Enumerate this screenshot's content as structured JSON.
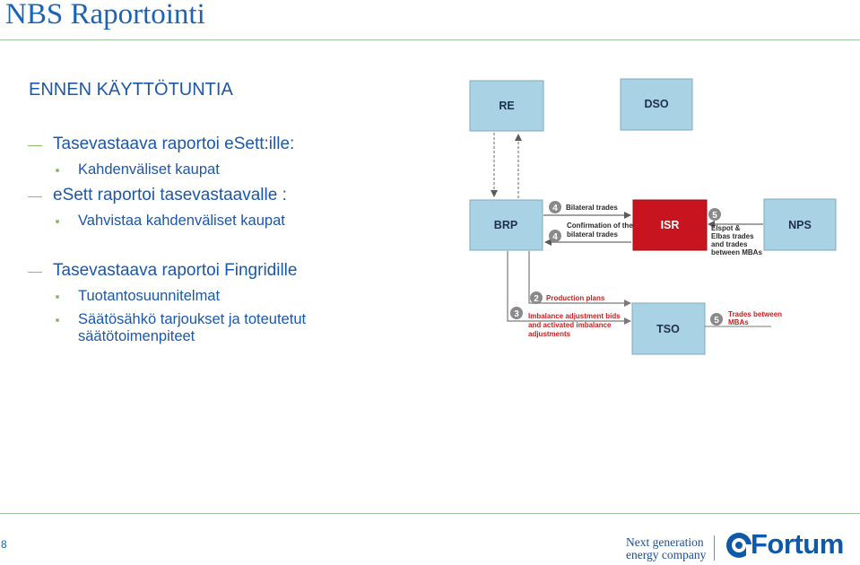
{
  "slide": {
    "title": "NBS Raportointi",
    "section_title": "ENNEN KÄYTTÖTUNTIA",
    "page_number": "8"
  },
  "bullets": [
    {
      "level": 1,
      "text": "Tasevastaava raportoi eSett:ille:"
    },
    {
      "level": 2,
      "text": "Kahdenväliset kaupat"
    },
    {
      "level": 1,
      "text": "eSett raportoi tasevastaavalle :"
    },
    {
      "level": 2,
      "text": "Vahvistaa kahdenväliset kaupat"
    },
    {
      "level": 1,
      "text": "Tasevastaava raportoi Fingridille"
    },
    {
      "level": 2,
      "text": "Tuotantosuunnitelmat"
    },
    {
      "level": 2,
      "text": "Säätösähkö tarjoukset ja toteutetut",
      "cont": "säätötoimenpiteet"
    }
  ],
  "diagram": {
    "nodes": {
      "re": "RE",
      "dso": "DSO",
      "brp": "BRP",
      "isr": "ISR",
      "nps": "NPS",
      "tso": "TSO"
    },
    "badges": {
      "b4a": "4",
      "b4b": "4",
      "b5a": "5",
      "b2": "2",
      "b3": "3",
      "b5b": "5"
    },
    "labels": {
      "bilateral": "Bilateral trades",
      "confirm1": "Confirmation of the",
      "confirm2": "bilateral trades",
      "elspot1": "Elspot &",
      "elspot2": "Elbas trades",
      "elspot3": "and trades",
      "elspot4": "between MBAs",
      "production": "Production plans",
      "imb1": "Imbalance adjustment bids",
      "imb2": "and activated imbalance",
      "imb3": "adjustments",
      "tbm1": "Trades between",
      "tbm2": "MBAs"
    },
    "colors": {
      "node_fill": "#a9d3e4",
      "isr_fill": "#c8141e",
      "badge_fill": "#8a8a8a",
      "label_red": "#c81e1e"
    }
  },
  "footer": {
    "tagline_line1": "Next generation",
    "tagline_line2": "energy company",
    "brand": "Fortum",
    "logo_icon": "fortum-logo-icon"
  }
}
